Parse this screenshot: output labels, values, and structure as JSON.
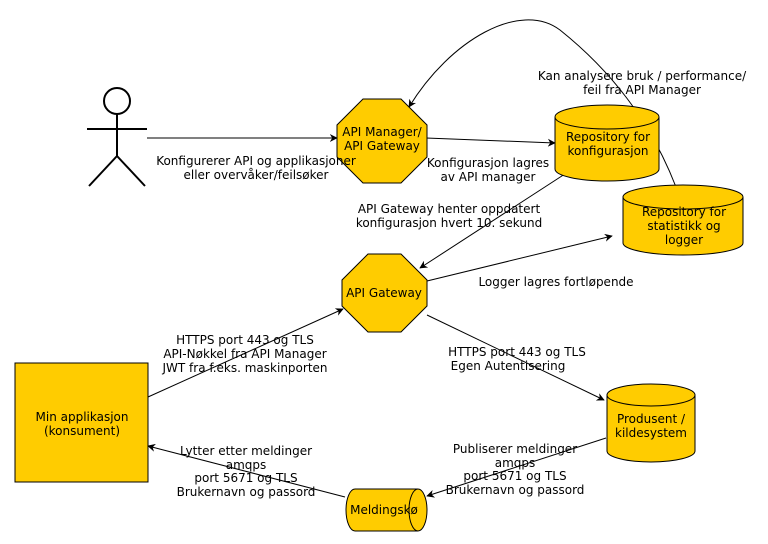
{
  "nodes": {
    "api_manager": [
      "API Manager/",
      "API Gateway"
    ],
    "repo_config": [
      "Repository for",
      "konfigurasjon"
    ],
    "repo_stats": [
      "Repository for",
      "statistikk og",
      "logger"
    ],
    "api_gateway": [
      "API Gateway"
    ],
    "min_app": [
      "Min applikasjon",
      "(konsument)"
    ],
    "produsent": [
      "Produsent /",
      "kildesystem"
    ],
    "meldingsko": [
      "Meldingskø"
    ]
  },
  "edges": {
    "actor_to_manager": [
      "Konfigurerer API og applikasjoner",
      "eller overvåker/feilsøker"
    ],
    "manager_to_config": [
      "Konfigurasjon lagres",
      "av API manager"
    ],
    "stats_to_manager": [
      "Kan analysere bruk / performance/",
      "feil fra API Manager"
    ],
    "config_to_gateway": [
      "API Gateway henter oppdatert",
      "konfigurasjon hvert 10. sekund"
    ],
    "gateway_to_stats": [
      "Logger lagres fortløpende"
    ],
    "app_to_gateway": [
      "HTTPS port 443 og TLS",
      "API-Nøkkel fra API Manager",
      "JWT fra f.eks. maskinporten"
    ],
    "gateway_to_produsent": [
      "HTTPS port 443 og TLS",
      "Egen Autentisering"
    ],
    "produsent_to_queue": [
      "Publiserer meldinger",
      "amqps",
      "port 5671 og TLS",
      "Brukernavn og passord"
    ],
    "queue_to_app": [
      "Lytter etter meldinger",
      "amqps",
      "port 5671 og TLS",
      "Brukernavn og passord"
    ]
  },
  "colors": {
    "node_fill": "#ffcc00",
    "stroke": "#000000"
  },
  "icons": {
    "actor": "stick-figure-icon"
  }
}
